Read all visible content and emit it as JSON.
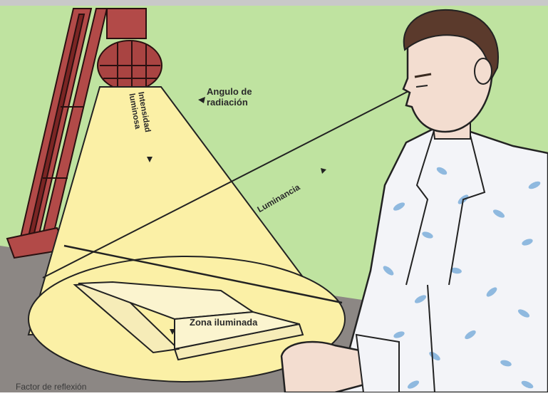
{
  "labels": {
    "angle": "Angulo de radiación",
    "intensity": "Intensidad luminosa",
    "luminance": "Luminancia",
    "zone": "Zona iluminada",
    "reflection": "Factor de reflexión"
  },
  "colors": {
    "background": "#bfe3a0",
    "light_cone": "#fbf0a6",
    "lamp": "#b24a48",
    "table": "#8c8784",
    "coat": "#f3f4f8",
    "coat_pattern": "#8fb9df",
    "skin": "#f3ddd0",
    "hair": "#5b3a2c"
  }
}
